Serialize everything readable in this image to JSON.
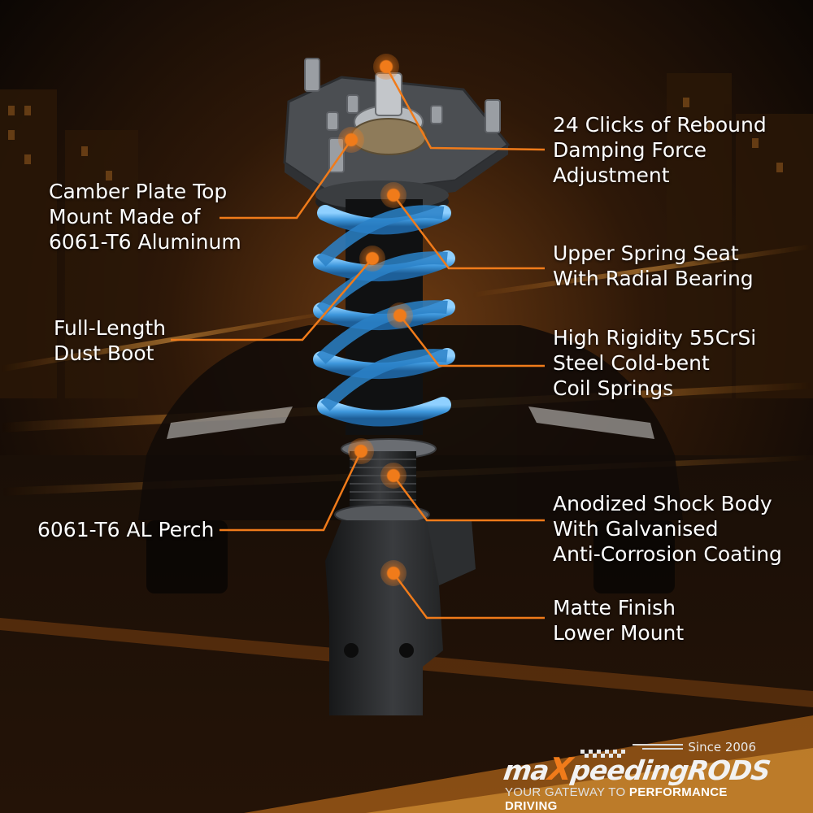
{
  "labels": {
    "rebound": [
      "24 Clicks of Rebound",
      "Damping Force",
      "Adjustment"
    ],
    "camber": [
      "Camber Plate Top",
      "Mount Made of",
      "6061-T6 Aluminum"
    ],
    "spring_seat": [
      "Upper Spring Seat",
      "With Radial Bearing"
    ],
    "dust_boot": [
      "Full-Length",
      "Dust Boot"
    ],
    "coil": [
      "High Rigidity 55CrSi",
      "Steel Cold-bent",
      "Coil Springs"
    ],
    "perch": [
      "6061-T6 AL Perch"
    ],
    "shock_body": [
      "Anodized Shock Body",
      "With Galvanised",
      "Anti-Corrosion Coating"
    ],
    "lower_mount": [
      "Matte Finish",
      "Lower Mount"
    ]
  },
  "brand": {
    "since": "Since 2006",
    "logo_pre": "ma",
    "logo_x": "X",
    "logo_post": "peedingRODS",
    "tagline_plain": "YOUR GATEWAY TO ",
    "tagline_bold": "PERFORMANCE DRIVING"
  },
  "colors": {
    "accent_orange": "#f07b1a",
    "spring_blue": "#4aa6e6",
    "metal_gray": "#4b4e52",
    "text": "#ffffff"
  }
}
